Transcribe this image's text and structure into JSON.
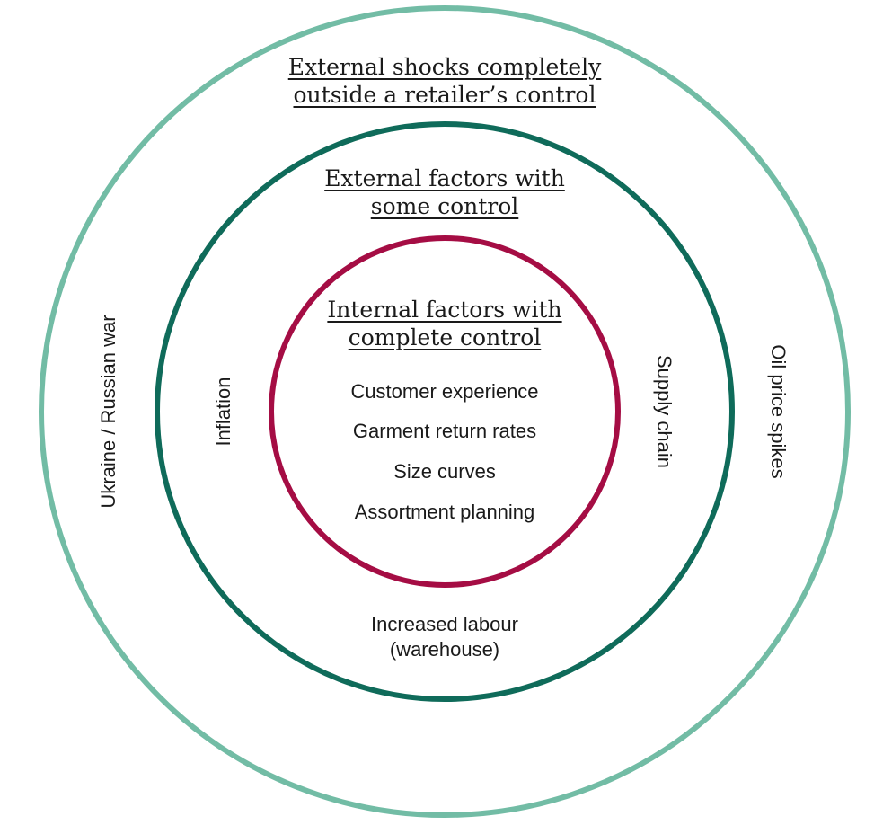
{
  "colors": {
    "outer_ring": "#72bca5",
    "middle_ring": "#0f6b5a",
    "inner_ring": "#a50d44",
    "text": "#1a1a1a"
  },
  "outer": {
    "title_line1": "External shocks completely",
    "title_line2": "outside a retailer’s control",
    "left_label": "Ukraine / Russian war",
    "right_label": "Oil price spikes"
  },
  "middle": {
    "title_line1": "External factors with",
    "title_line2": "some control",
    "left_label": "Inflation",
    "right_label": "Supply chain",
    "bottom_line1": "Increased labour",
    "bottom_line2": "(warehouse)"
  },
  "inner": {
    "title_line1": "Internal factors with",
    "title_line2": "complete control",
    "items": [
      "Customer experience",
      "Garment return rates",
      "Size curves",
      "Assortment planning"
    ]
  }
}
